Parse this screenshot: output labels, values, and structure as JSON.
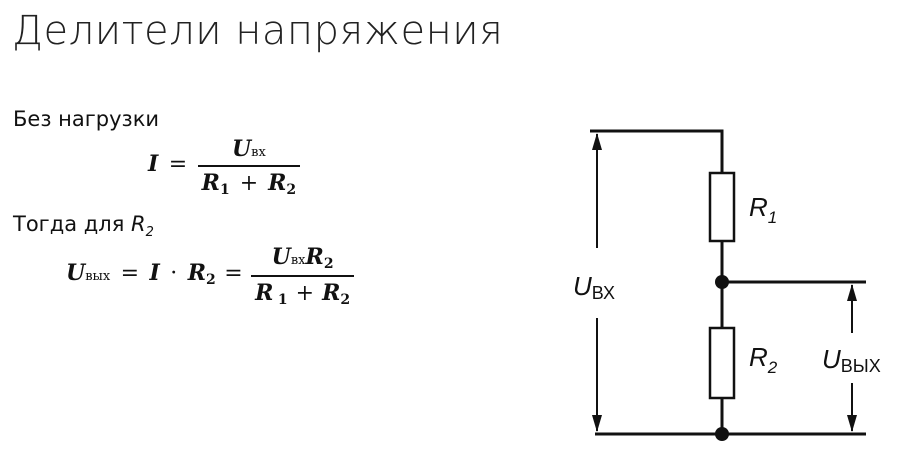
{
  "title": "Делители напряжения",
  "section1": "Без нагрузки",
  "formula1": {
    "lhs": "I",
    "eq": "=",
    "num_var": "U",
    "num_sub": "вх",
    "den_a": "R",
    "den_a_sub": "1",
    "plus": "+",
    "den_b": "R",
    "den_b_sub": "2"
  },
  "section2": {
    "text": "Тогда для",
    "var": "R",
    "sub": "2"
  },
  "formula2": {
    "lhs": "U",
    "lhs_sub": "вых",
    "eq": "=",
    "i": "I",
    "dot": "·",
    "r": "R",
    "r_sub": "2",
    "eq2": "=",
    "num_u": "U",
    "num_u_sub": "вх",
    "num_r": "R",
    "num_r_sub": "2",
    "den_a": "R",
    "den_a_sub": "1",
    "plus": "+",
    "den_b": "R",
    "den_b_sub": "2"
  },
  "circuit": {
    "r1_label": "R",
    "r1_sub": "1",
    "r2_label": "R",
    "r2_sub": "2",
    "uin_label": "U",
    "uin_sub": "ВХ",
    "uout_label": "U",
    "uout_sub": "ВЫХ"
  }
}
